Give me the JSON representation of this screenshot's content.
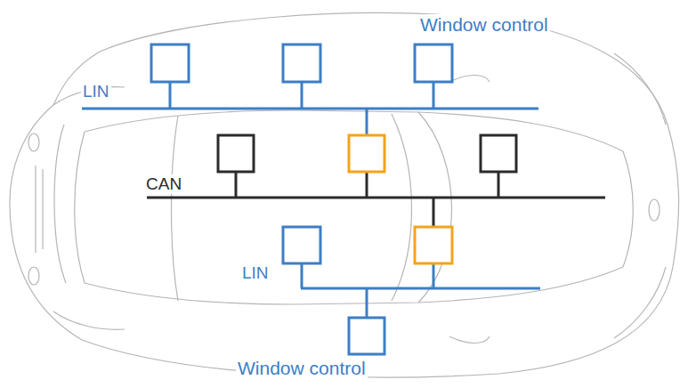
{
  "diagram": {
    "labels": [
      "Window control",
      "LIN",
      "CAN",
      "LIN",
      "Window control"
    ]
  }
}
